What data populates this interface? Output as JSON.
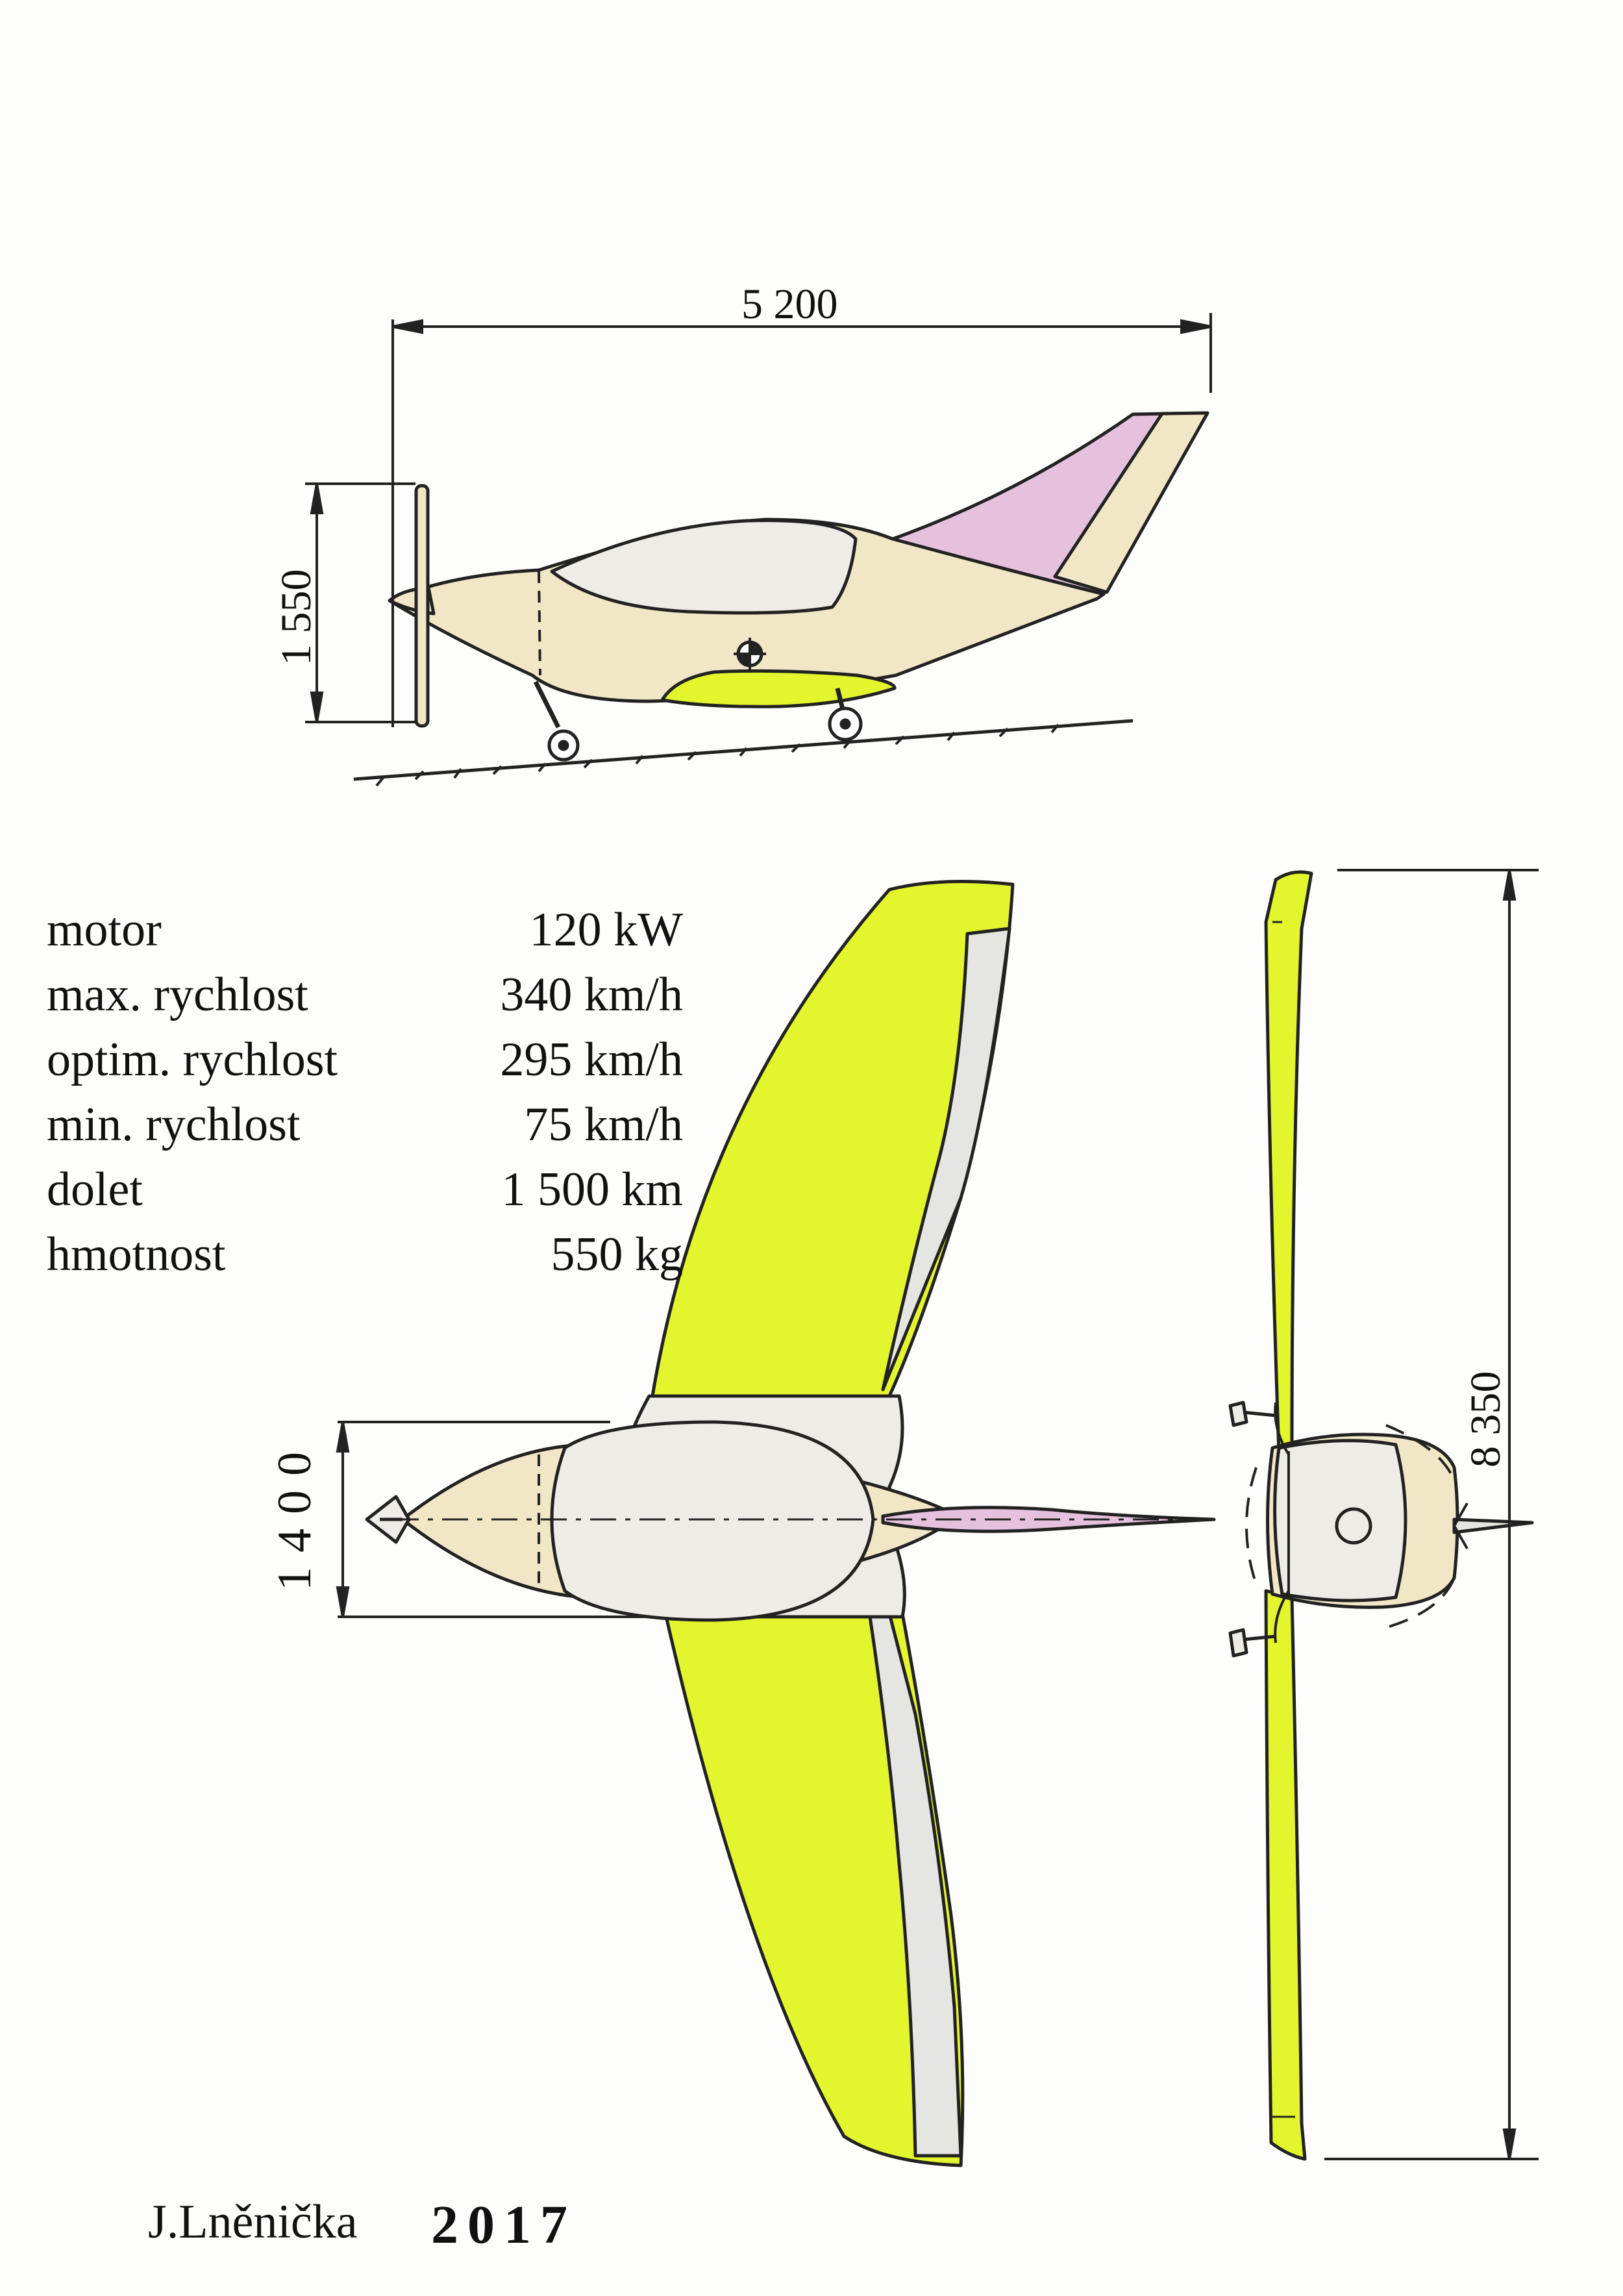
{
  "dimensions": {
    "length": "5 200",
    "height": "1 550",
    "wingspan": "8 350",
    "fuselage_width": "1400"
  },
  "specs": [
    {
      "label": "motor",
      "value": "120 kW"
    },
    {
      "label": "max. rychlost",
      "value": "340 km/h"
    },
    {
      "label": "optim. rychlost",
      "value": "295 km/h"
    },
    {
      "label": "min. rychlost",
      "value": "75 km/h"
    },
    {
      "label": "dolet",
      "value": "1 500 km"
    },
    {
      "label": "hmotnost",
      "value": "550 kg"
    }
  ],
  "signature": "J.Lněnička",
  "year": "2017",
  "colors": {
    "wing": "#e3f52c",
    "body": "#f1e6c6",
    "fin": "#e6c1dd",
    "canopy": "#eeece6",
    "flap": "#e5e6e1"
  }
}
